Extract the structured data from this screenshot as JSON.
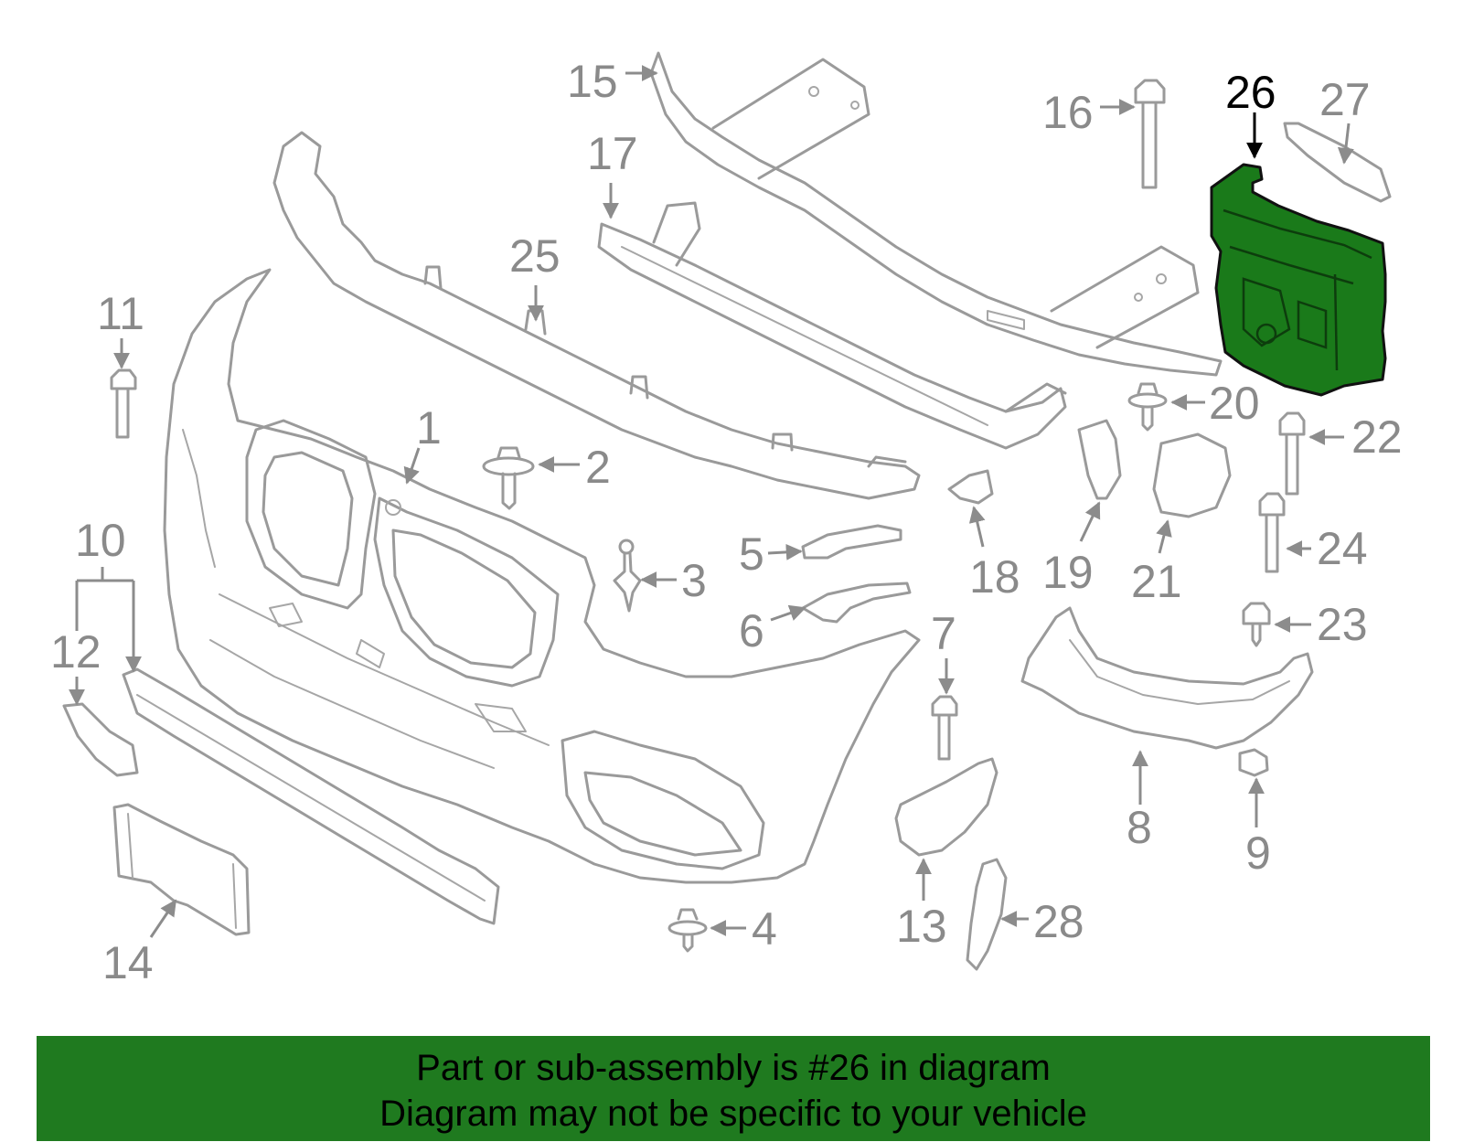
{
  "diagram": {
    "highlighted_part": "26",
    "highlight_color": "#1f7a1f",
    "callouts": [
      {
        "id": "c1",
        "label": "1"
      },
      {
        "id": "c2",
        "label": "2"
      },
      {
        "id": "c3",
        "label": "3"
      },
      {
        "id": "c4",
        "label": "4"
      },
      {
        "id": "c5",
        "label": "5"
      },
      {
        "id": "c6",
        "label": "6"
      },
      {
        "id": "c7",
        "label": "7"
      },
      {
        "id": "c8",
        "label": "8"
      },
      {
        "id": "c9",
        "label": "9"
      },
      {
        "id": "c10",
        "label": "10"
      },
      {
        "id": "c11",
        "label": "11"
      },
      {
        "id": "c12",
        "label": "12"
      },
      {
        "id": "c13",
        "label": "13"
      },
      {
        "id": "c14",
        "label": "14"
      },
      {
        "id": "c15",
        "label": "15"
      },
      {
        "id": "c16",
        "label": "16"
      },
      {
        "id": "c17",
        "label": "17"
      },
      {
        "id": "c18",
        "label": "18"
      },
      {
        "id": "c19",
        "label": "19"
      },
      {
        "id": "c20",
        "label": "20"
      },
      {
        "id": "c21",
        "label": "21"
      },
      {
        "id": "c22",
        "label": "22"
      },
      {
        "id": "c23",
        "label": "23"
      },
      {
        "id": "c24",
        "label": "24"
      },
      {
        "id": "c25",
        "label": "25"
      },
      {
        "id": "c26",
        "label": "26"
      },
      {
        "id": "c27",
        "label": "27"
      },
      {
        "id": "c28",
        "label": "28"
      }
    ]
  },
  "banner": {
    "line1": "Part or sub-assembly is #26 in diagram",
    "line2": "Diagram may not be specific to your vehicle"
  }
}
